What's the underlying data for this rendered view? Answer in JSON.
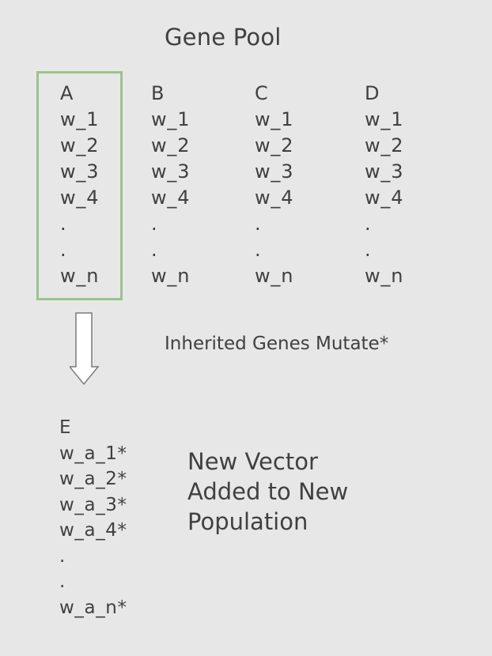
{
  "title": "Gene Pool",
  "columns": [
    {
      "name": "A",
      "genes": [
        "w_1",
        "w_2",
        "w_3",
        "w_4",
        ".",
        ".",
        "w_n"
      ]
    },
    {
      "name": "B",
      "genes": [
        "w_1",
        "w_2",
        "w_3",
        "w_4",
        ".",
        ".",
        "w_n"
      ]
    },
    {
      "name": "C",
      "genes": [
        "w_1",
        "w_2",
        "w_3",
        "w_4",
        ".",
        ".",
        "w_n"
      ]
    },
    {
      "name": "D",
      "genes": [
        "w_1",
        "w_2",
        "w_3",
        "w_4",
        ".",
        ".",
        "w_n"
      ]
    }
  ],
  "mutate_label": "Inherited Genes Mutate*",
  "new_column": {
    "name": "E",
    "genes": [
      "w_a_1*",
      "w_a_2*",
      "w_a_3*",
      "w_a_4*",
      ".",
      ".",
      "w_a_n*"
    ]
  },
  "new_vector_label": [
    "New Vector",
    "Added to New",
    "Population"
  ],
  "colors": {
    "background": "#e7e7e7",
    "text": "#404040",
    "highlight_border": "#9cc38f",
    "arrow_fill": "#ffffff",
    "arrow_stroke": "#7a7a7a"
  },
  "icons": {
    "arrow": "arrow-down-icon"
  }
}
